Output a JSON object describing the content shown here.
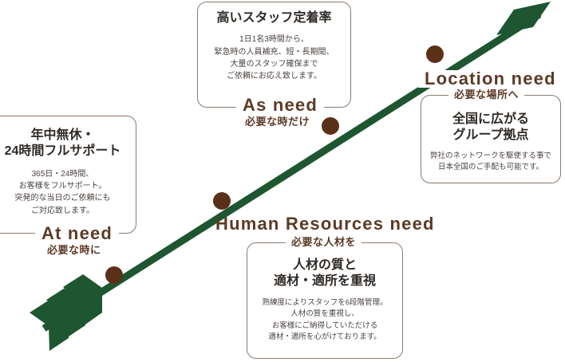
{
  "graphic": {
    "type": "diagonal-arrow-infographic",
    "arrow_color": "#1E5631",
    "node_color": "#5a3118",
    "heading_color": "#5c3a26",
    "box_border_color": "#8a7a6e",
    "body_text_color": "#4a4340",
    "title_text_color": "#2f2a26",
    "node_count": 4,
    "fletching_segments": 3
  },
  "steps": [
    {
      "id": "at-need",
      "en_heading": "At need",
      "jp_sub": "必要な時に",
      "jp_title_lines": [
        "年中無休・",
        "24時間フルサポート"
      ],
      "jp_body_lines": [
        "365日・24時間、",
        "お客様をフルサポート。",
        "突発的な当日のご依頼にも",
        "ご対応致します。"
      ]
    },
    {
      "id": "as-need",
      "en_heading": "As need",
      "jp_sub": "必要な時だけ",
      "jp_title_lines": [
        "高いスタッフ定着率"
      ],
      "jp_body_lines": [
        "1日1名3時間から、",
        "緊急時の人員補充、短・長期間、",
        "大量のスタッフ確保まで",
        "ご依頼にお応え致します。"
      ]
    },
    {
      "id": "human-resources-need",
      "en_heading": "Human Resources need",
      "jp_sub": "必要な人材を",
      "jp_title_lines": [
        "人材の質と",
        "適材・適所を重視"
      ],
      "jp_body_lines": [
        "熟練度によりスタッフを6段階管理。",
        "人材の質を重視し、",
        "お客様にご納得していただける",
        "適材・適所を心がけております。"
      ]
    },
    {
      "id": "location-need",
      "en_heading": "Location need",
      "jp_sub": "必要な場所へ",
      "jp_title_lines": [
        "全国に広がる",
        "グループ拠点"
      ],
      "jp_body_lines": [
        "弊社のネットワークを駆使する事で",
        "日本全国のご手配も可能です。"
      ]
    }
  ]
}
